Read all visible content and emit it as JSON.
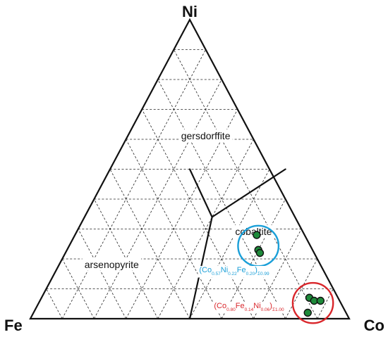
{
  "chart_data": {
    "type": "scatter",
    "subtype": "ternary",
    "apices": {
      "top": "Ni",
      "left": "Fe",
      "right": "Co"
    },
    "grid": true,
    "grid_step": 0.1,
    "fields": [
      {
        "label": "gersdorffite",
        "anchor": {
          "Co": 0.25,
          "Ni": 0.6,
          "Fe": 0.15
        }
      },
      {
        "label": "cobaltite",
        "anchor": {
          "Co": 0.56,
          "Ni": 0.28,
          "Fe": 0.16
        }
      },
      {
        "label": "arsenopyrite",
        "anchor": {
          "Co": 0.17,
          "Ni": 0.17,
          "Fe": 0.66
        }
      }
    ],
    "boundaries": [
      {
        "from": {
          "Co": 0.25,
          "Ni": 0.5,
          "Fe": 0.25
        },
        "to": {
          "Co": 0.4,
          "Ni": 0.34,
          "Fe": 0.26
        }
      },
      {
        "from": {
          "Co": 0.55,
          "Ni": 0.5,
          "Fe": -0.05
        },
        "to": {
          "Co": 0.4,
          "Ni": 0.34,
          "Fe": 0.26
        }
      },
      {
        "from": {
          "Co": 0.4,
          "Ni": 0.34,
          "Fe": 0.26
        },
        "to": {
          "Co": 0.5,
          "Ni": 0.0,
          "Fe": 0.5
        }
      }
    ],
    "series": [
      {
        "color": "#1a9fd8",
        "formula": {
          "pre": "(Co",
          "a": "0.57",
          "mid1": "Ni",
          "b": "0.22",
          "mid2": "Fe",
          "c": "0.20",
          "close": ")",
          "sum": "Σ0.99"
        },
        "points": [
          {
            "Co": 0.57,
            "Ni": 0.28,
            "Fe": 0.15
          },
          {
            "Co": 0.6,
            "Ni": 0.23,
            "Fe": 0.17
          },
          {
            "Co": 0.61,
            "Ni": 0.22,
            "Fe": 0.17
          }
        ]
      },
      {
        "color": "#d9262b",
        "formula": {
          "pre": "(Co",
          "a": "0.80",
          "mid1": "Fe",
          "b": "0.14",
          "mid2": "Ni",
          "c": "0.06",
          "close": ")",
          "sum": "Σ1.00"
        },
        "points": [
          {
            "Co": 0.84,
            "Ni": 0.07,
            "Fe": 0.09
          },
          {
            "Co": 0.86,
            "Ni": 0.06,
            "Fe": 0.08
          },
          {
            "Co": 0.86,
            "Ni": 0.02,
            "Fe": 0.12
          },
          {
            "Co": 0.88,
            "Ni": 0.06,
            "Fe": 0.06
          }
        ]
      }
    ],
    "point_color": "#1e8a3a"
  }
}
